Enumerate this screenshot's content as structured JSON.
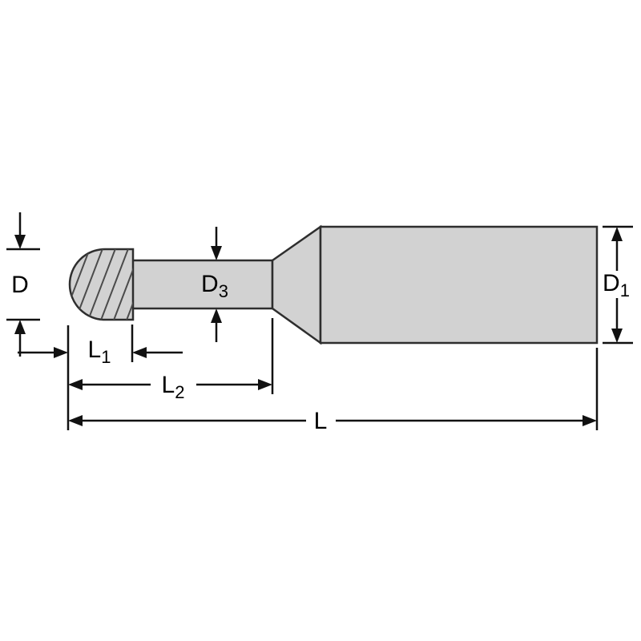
{
  "diagram": {
    "type": "technical-drawing",
    "subject": "ball-nose end mill side view with dimension annotations",
    "labels": {
      "d": {
        "text": "D"
      },
      "d3": {
        "base": "D",
        "sub": "3"
      },
      "d1": {
        "base": "D",
        "sub": "1"
      },
      "l1": {
        "base": "L",
        "sub": "1"
      },
      "l2": {
        "base": "L",
        "sub": "2"
      },
      "l": {
        "text": "L"
      }
    },
    "colors": {
      "body_fill": "#d2d2d2",
      "outline": "#2e2e2e",
      "dimension": "#111111",
      "hatch": "#4b4b4b",
      "background": "#ffffff"
    }
  }
}
